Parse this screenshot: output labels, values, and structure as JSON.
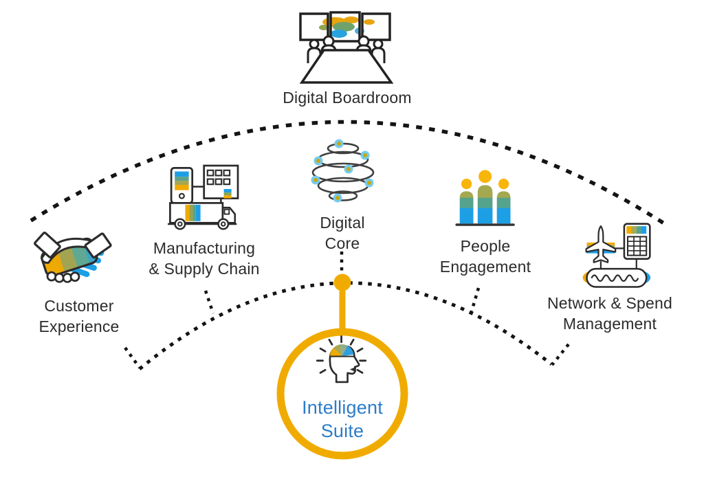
{
  "diagram": {
    "boardroom": {
      "label": "Digital Boardroom",
      "icon": "boardroom-table-screens-icon"
    },
    "pillars": [
      {
        "id": "customer-experience",
        "label": "Customer\nExperience",
        "icon": "handshake-icon"
      },
      {
        "id": "manufacturing-supply-chain",
        "label": "Manufacturing\n& Supply Chain",
        "icon": "factory-truck-icon"
      },
      {
        "id": "digital-core",
        "label": "Digital\nCore",
        "icon": "networked-coil-icon"
      },
      {
        "id": "people-engagement",
        "label": "People\nEngagement",
        "icon": "people-group-icon"
      },
      {
        "id": "network-spend-management",
        "label": "Network & Spend\nManagement",
        "icon": "plane-calculator-procurement-icon"
      }
    ],
    "suite": {
      "label": "Intelligent\nSuite",
      "icon": "thinking-head-icon"
    }
  },
  "colors": {
    "gold": "#F0AB00",
    "bright_blue": "#1D9FE6",
    "olive": "#A4A94F",
    "teal": "#55A38D",
    "sage": "#8FAE8C",
    "suite_text_blue": "#2C7CC9",
    "ink": "#2B2B2B",
    "dash_black": "#141414"
  }
}
